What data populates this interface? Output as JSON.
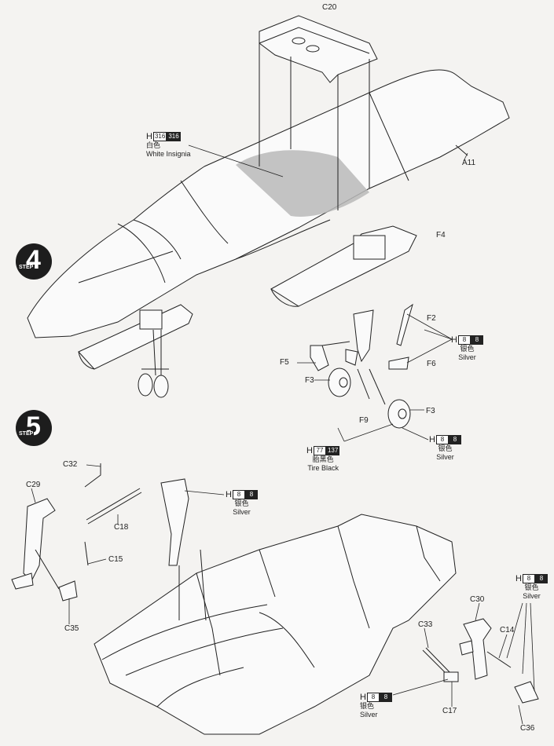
{
  "steps": {
    "step4": {
      "number": "4",
      "word": "STEP"
    },
    "step5": {
      "number": "5",
      "word": "STEP"
    }
  },
  "parts": {
    "c20": "C20",
    "a11": "A11",
    "f4": "F4",
    "f2": "F2",
    "f6": "F6",
    "f5": "F5",
    "f3a": "F3",
    "f3b": "F3",
    "f9": "F9",
    "c32": "C32",
    "c29": "C29",
    "c18": "C18",
    "c15": "C15",
    "c35": "C35",
    "c30": "C30",
    "c14": "C14",
    "c33": "C33",
    "c17": "C17",
    "c36": "C36"
  },
  "paints": {
    "white_insignia": {
      "h": "H",
      "code1": "316",
      "code2": "316",
      "cn": "白色",
      "en": "White Insignia"
    },
    "silver_1": {
      "h": "H",
      "code1": "8",
      "code2": "8",
      "cn": "银色",
      "en": "Silver"
    },
    "tire_black": {
      "h": "H",
      "code1": "77",
      "code2": "137",
      "cn": "胎黑色",
      "en": "Tire Black"
    },
    "silver_2": {
      "h": "H",
      "code1": "8",
      "code2": "8",
      "cn": "银色",
      "en": "Silver"
    },
    "silver_3": {
      "h": "H",
      "code1": "8",
      "code2": "8",
      "cn": "银色",
      "en": "Silver"
    },
    "silver_4": {
      "h": "H",
      "code1": "8",
      "code2": "8",
      "cn": "银色",
      "en": "Silver"
    },
    "silver_5": {
      "h": "H",
      "code1": "8",
      "code2": "8",
      "cn": "银色",
      "en": "Silver"
    }
  }
}
